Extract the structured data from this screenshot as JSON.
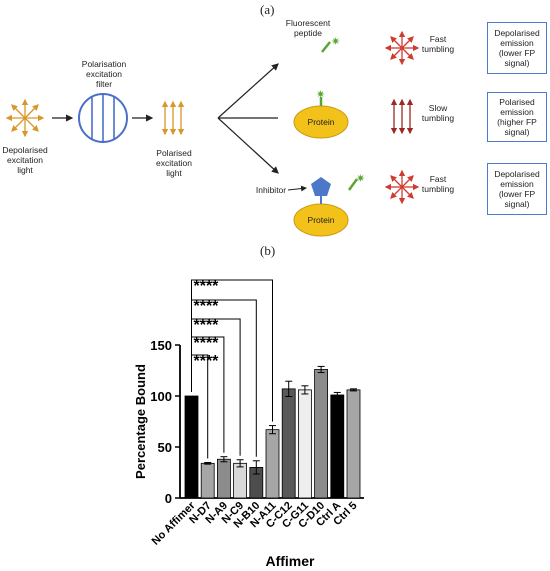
{
  "panel_a": {
    "label": "(a)",
    "depolarised_light": "Depolarised\nexcitation\nlight",
    "filter": "Polarisation\nexcitation\nfilter",
    "polarised_light": "Polarised\nexcitation\nlight",
    "fluorescent_peptide": "Fluorescent\npeptide",
    "inhibitor": "Inhibitor",
    "protein": "Protein",
    "fast_tumbling_1": "Fast\ntumbling",
    "slow_tumbling": "Slow\ntumbling",
    "fast_tumbling_2": "Fast\ntumbling",
    "box_1": "Depolarised\nemission\n(lower FP\nsignal)",
    "box_2": "Polarised\nemission\n(higher FP\nsignal)",
    "box_3": "Depolarised\nemission\n(lower FP\nsignal)",
    "colors": {
      "orange": "#d9962b",
      "blue": "#4a6fc9",
      "red": "#d13b2e",
      "green": "#5aa632",
      "dark_red": "#9c2a24",
      "yellow": "#f2c21b",
      "pentagon": "#4d78c9"
    }
  },
  "panel_b": {
    "label": "(b)",
    "chart_data": {
      "type": "bar",
      "categories": [
        "No Affimer",
        "N-D7",
        "N-A9",
        "N-C9",
        "N-B10",
        "N-A11",
        "C-C12",
        "C-G11",
        "C-D10",
        "Ctrl A",
        "Ctrl 5"
      ],
      "values": [
        100,
        34,
        38,
        34,
        30,
        67,
        107,
        106,
        126,
        101,
        106
      ],
      "errors": [
        0,
        0.8,
        2.5,
        3.5,
        6.5,
        4,
        7.5,
        4,
        3,
        2.5,
        1
      ],
      "colors": [
        "#000000",
        "#a6a6a6",
        "#8c8c8c",
        "#d9d9d9",
        "#4d4d4d",
        "#a6a6a6",
        "#595959",
        "#eeeeee",
        "#8c8c8c",
        "#000000",
        "#a6a6a6"
      ],
      "xlabel": "Affimer",
      "ylabel": "Percentage Bound",
      "ylim": [
        0,
        150
      ],
      "yticks": [
        0,
        50,
        100,
        150
      ],
      "significance": [
        {
          "from": "No Affimer",
          "to": "N-D7",
          "label": "****"
        },
        {
          "from": "No Affimer",
          "to": "N-A9",
          "label": "****"
        },
        {
          "from": "No Affimer",
          "to": "N-C9",
          "label": "****"
        },
        {
          "from": "No Affimer",
          "to": "N-B10",
          "label": "****"
        },
        {
          "from": "No Affimer",
          "to": "N-A11",
          "label": "****"
        }
      ]
    }
  }
}
